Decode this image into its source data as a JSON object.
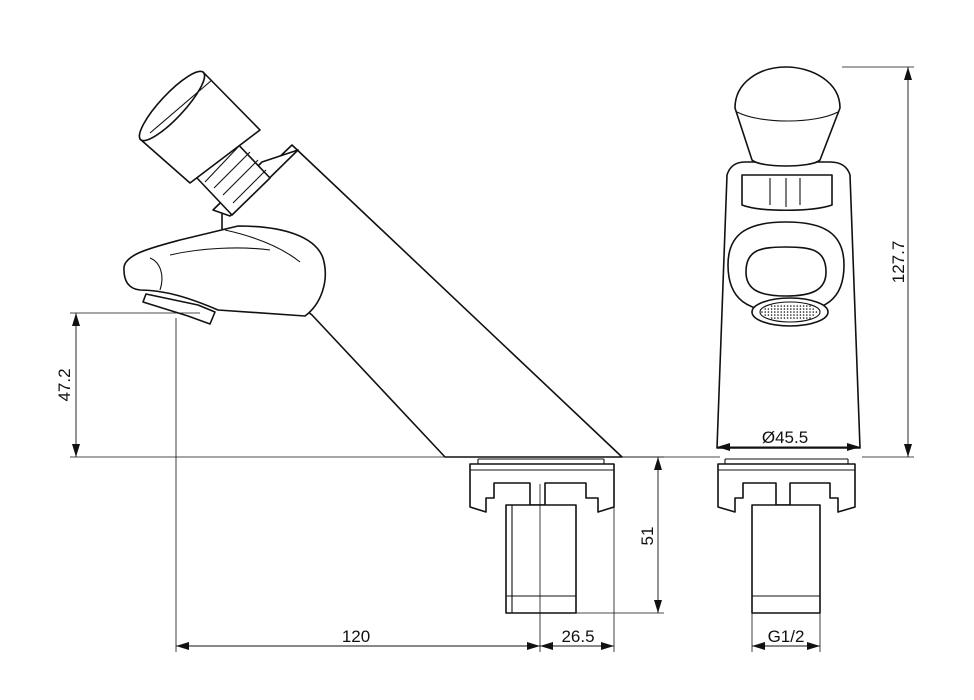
{
  "dimensions": {
    "spout_height": "47.2",
    "overall_height": "127.7",
    "body_diameter": "Ø45.5",
    "shank_length": "51",
    "reach": "120",
    "shank_offset": "26.5",
    "thread": "G1/2"
  }
}
